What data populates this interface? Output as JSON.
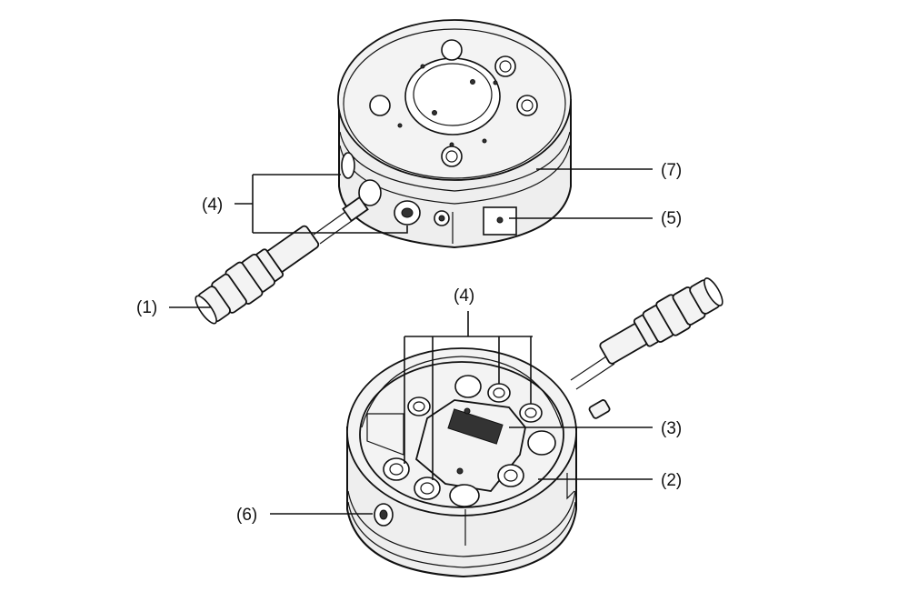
{
  "callouts": {
    "top_unit": {
      "label_4": "(4)",
      "label_7": "(7)",
      "label_5": "(5)",
      "label_1": "(1)"
    },
    "bottom_unit": {
      "label_4": "(4)",
      "label_3": "(3)",
      "label_2": "(2)",
      "label_6": "(6)"
    }
  }
}
